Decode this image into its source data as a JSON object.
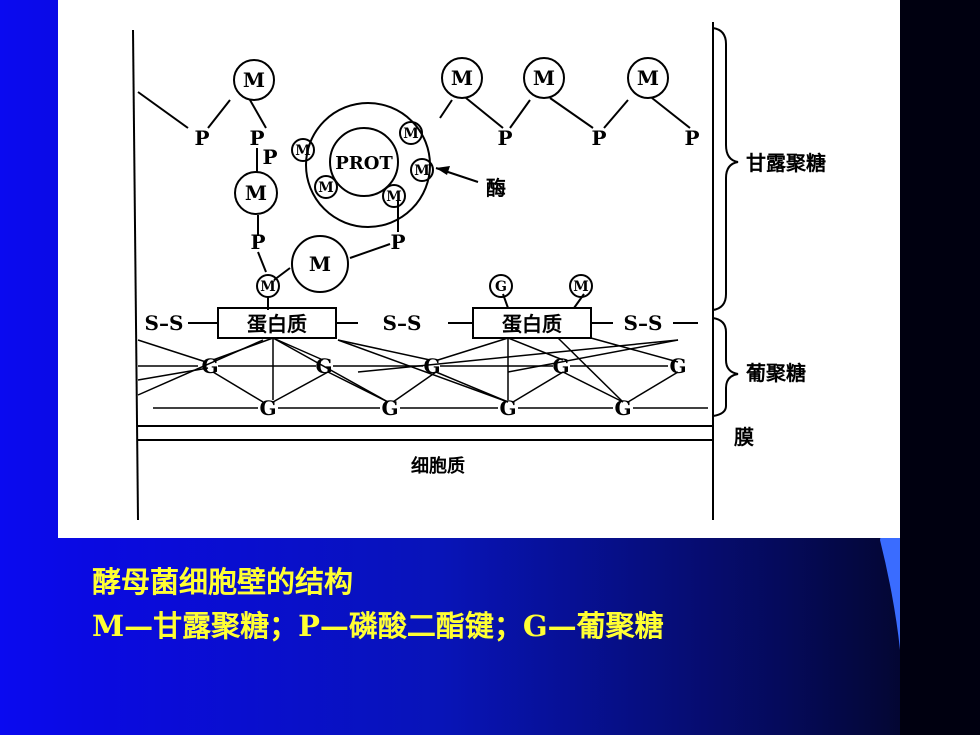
{
  "slide": {
    "caption_title": "酵母菌细胞壁的结构",
    "caption_legend": "M—甘露聚糖；P—磷酸二酯键；G—葡聚糖"
  },
  "diagram": {
    "M": "M",
    "P": "P",
    "G": "G",
    "prot": "PROT",
    "protein": "蛋白质",
    "ss": "S–S",
    "enzyme": "酶",
    "mannan": "甘露聚糖",
    "glucan": "葡聚糖",
    "membrane": "膜",
    "cytoplasm": "细胞质"
  },
  "colors": {
    "background": "#0814b8",
    "accent_blue": "#3366ff",
    "caption": "#ffff33",
    "figure_bg": "#ffffff",
    "ink": "#000000"
  }
}
